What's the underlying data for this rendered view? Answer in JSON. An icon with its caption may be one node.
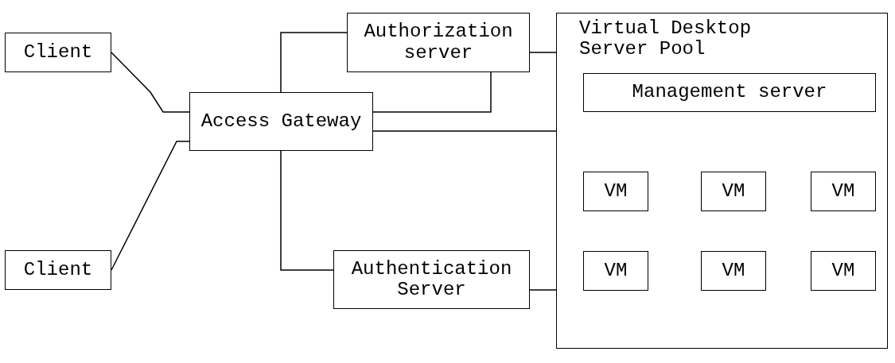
{
  "diagram": {
    "nodes": [
      {
        "text": [
          "Client"
        ]
      },
      {
        "text": [
          "Client"
        ]
      },
      {
        "text": [
          "Access Gateway"
        ]
      },
      {
        "text": [
          "Authorization server"
        ]
      },
      {
        "text": [
          "Authentication Server"
        ]
      },
      {
        "text": [
          "Virtual Desktop Server Pool"
        ]
      },
      {
        "text": [
          "Management server"
        ],
        "in": 5
      },
      {
        "text": [
          "VM"
        ],
        "in": 5
      },
      {
        "text": [
          "VM"
        ],
        "in": 5
      },
      {
        "text": [
          "VM"
        ],
        "in": 5
      },
      {
        "text": [
          "VM"
        ],
        "in": 5
      },
      {
        "text": [
          "VM"
        ],
        "in": 5
      },
      {
        "text": [
          "VM"
        ],
        "in": 5
      }
    ],
    "edges": [
      {
        "from": 0,
        "to": 2,
        "arrow": "none"
      },
      {
        "from": 1,
        "to": 2,
        "arrow": "none"
      },
      {
        "from": 2,
        "to": 3,
        "arrow": "none"
      },
      {
        "from": 2,
        "to": 3,
        "arrow": "none"
      },
      {
        "from": 3,
        "to": 5,
        "arrow": "none"
      },
      {
        "from": 2,
        "to": 5,
        "arrow": "none"
      },
      {
        "from": 2,
        "to": 4,
        "arrow": "none"
      },
      {
        "from": 4,
        "to": 5,
        "arrow": "none"
      }
    ]
  }
}
